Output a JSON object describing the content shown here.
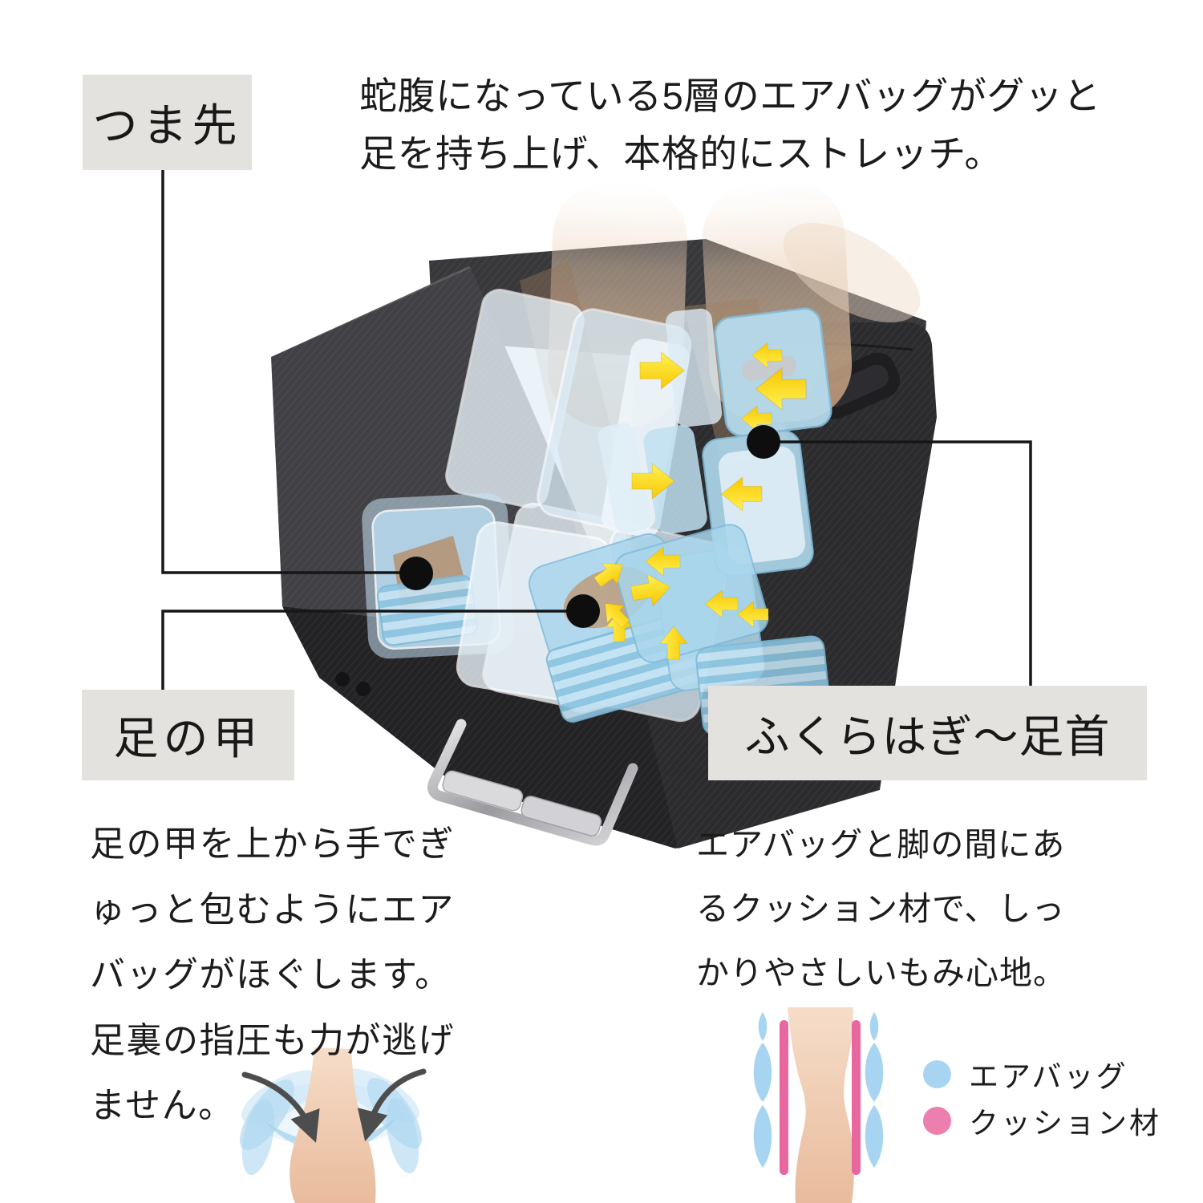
{
  "headline": {
    "text": "蛇腹になっている5層のエアバッグがグッと\n足を持ち上げ、本格的にストレッチ。"
  },
  "callouts": {
    "toe": {
      "label": "つま先"
    },
    "instep": {
      "label": "足の甲",
      "description": "足の甲を上から手でぎ\nゅっと包むようにエア\nバッグがほぐします。\n足裏の指圧も力が逃げ\nません。"
    },
    "calf_ankle": {
      "label": "ふくらはぎ〜足首",
      "description": "エアバッグと脚の間にあ\nるクッション材で、しっ\nかりやさしいもみ心地。"
    }
  },
  "legend": {
    "items": [
      {
        "id": "airbag",
        "label": "エアバッグ",
        "color": "#a7d5f1"
      },
      {
        "id": "cushion",
        "label": "クッション材",
        "color": "#ec7fae"
      }
    ]
  },
  "colors": {
    "label_background": "#e4e2de",
    "text": "#1b1b1b",
    "callout_line": "#161616",
    "airbag_blue": "#a7d5f1",
    "cushion_pink": "#ec7fae",
    "arrow_yellow": "#ffdf1e",
    "device_fabric": "#3a3a3d",
    "skin": "#e3bd9e"
  }
}
